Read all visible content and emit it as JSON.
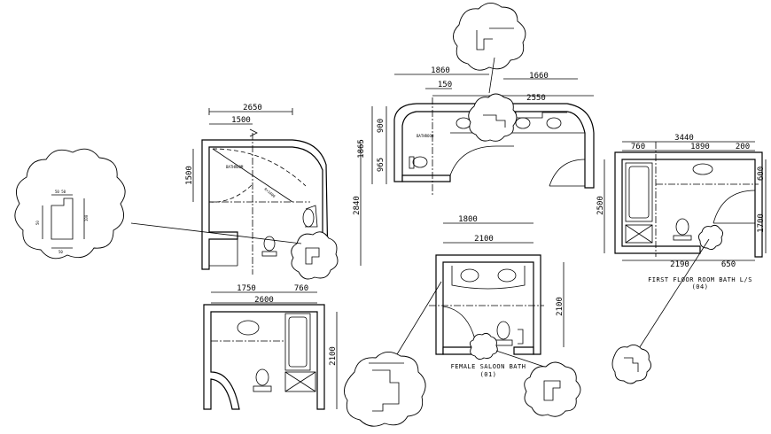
{
  "plan_a": {
    "dim_top": "2650",
    "dim_top_sub": "1500",
    "dim_left": "1500",
    "dim_right": "2840",
    "room_label": "BATHROOM",
    "door_label": "R=1400"
  },
  "plan_b": {
    "dim_top_left": "1860",
    "dim_top_right": "1660",
    "dim_top_mid": "150",
    "dim_top_full": "2550",
    "dim_left_outer": "1865",
    "dim_left_inner_top": "900",
    "dim_left_inner_bottom": "965",
    "room_label": "BATHROOM"
  },
  "plan_c": {
    "dim_top": "3440",
    "dim_top_a": "760",
    "dim_top_b": "1890",
    "dim_top_c": "200",
    "dim_left": "2500",
    "dim_right_top": "600",
    "dim_right_bottom": "1700",
    "dim_bottom_a": "2190",
    "dim_bottom_b": "650",
    "caption": "FIRST FLOOR ROOM BATH L/S",
    "caption_num": "(04)"
  },
  "plan_d": {
    "dim_top_a": "1750",
    "dim_top_b": "760",
    "dim_top_full": "2600",
    "dim_right": "2100"
  },
  "plan_e": {
    "dim_top": "1800",
    "dim_top_full": "2100",
    "dim_right": "2100",
    "caption": "FEMALE SALOON BATH",
    "caption_num": "(01)"
  },
  "detail_left": {
    "label_a": "50 50",
    "label_b": "50",
    "label_c": "100",
    "label_d": "50"
  }
}
